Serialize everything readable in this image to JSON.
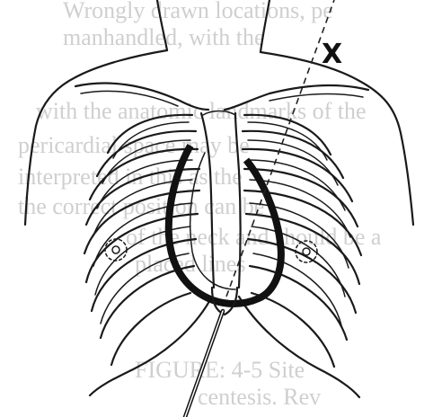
{
  "figure": {
    "marker_symbol": "X",
    "background_text_lines": [
      "Wrongly drawn locations, pe",
      "manhandled, with the",
      "with the anatomic landmarks of the",
      "pericardial space may be",
      "interpreted in this as the",
      "the correct position can be",
      "of the neck and should be a",
      "placed lines",
      "FIGURE: 4-5 Site",
      "centesis. Rev"
    ]
  },
  "colors": {
    "ink": "#1a1a1a",
    "ghost_text": "#cfcfcf",
    "background": "#ffffff"
  },
  "icons": [
    "needle-icon",
    "x-marker-icon"
  ]
}
